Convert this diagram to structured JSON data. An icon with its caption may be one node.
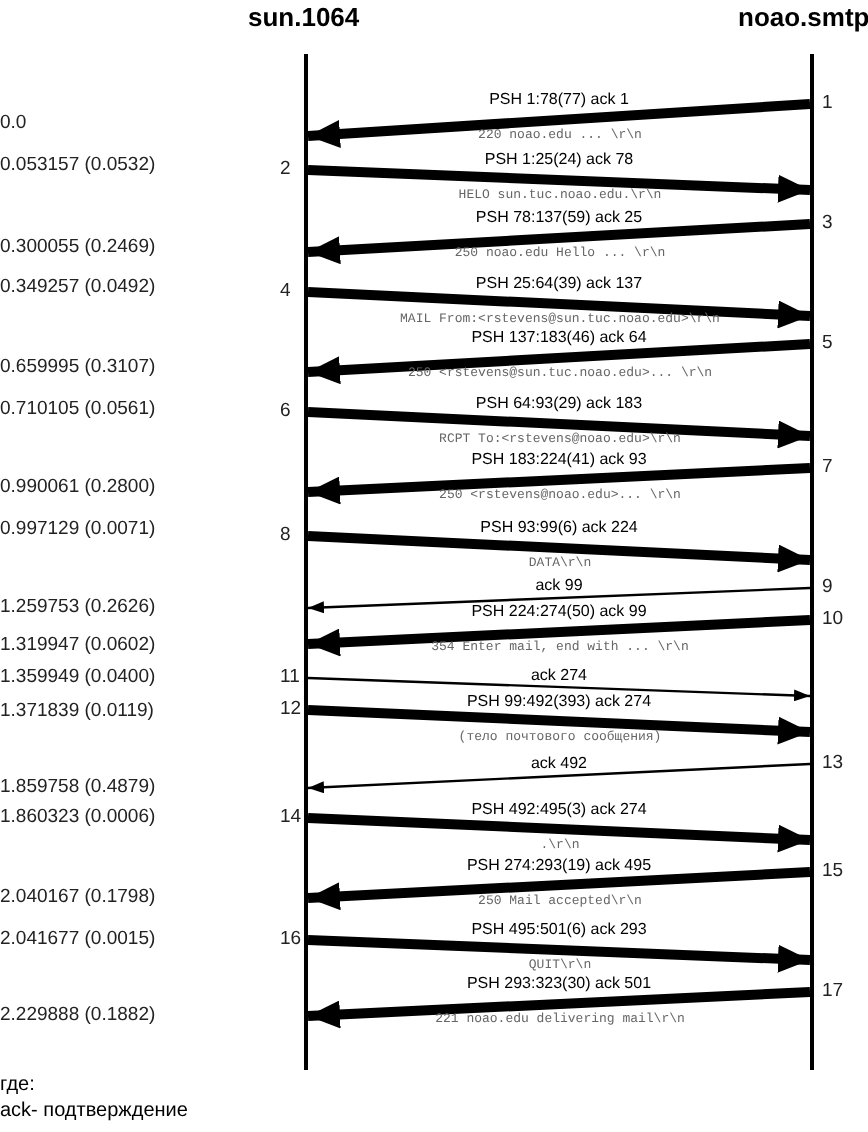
{
  "diagram": {
    "nodes": [
      {
        "text": [
          "sun.1064"
        ]
      },
      {
        "text": [
          "noao.smtp"
        ]
      }
    ],
    "edges": [
      {
        "from": 1,
        "to": 0,
        "arrow": "to",
        "label": "PSH 1:78(77) ack 1"
      },
      {
        "from": 0,
        "to": 1,
        "arrow": "to",
        "label": "PSH 1:25(24) ack 78"
      },
      {
        "from": 1,
        "to": 0,
        "arrow": "to",
        "label": "PSH 78:137(59) ack 25"
      },
      {
        "from": 0,
        "to": 1,
        "arrow": "to",
        "label": "PSH 25:64(39) ack 137"
      },
      {
        "from": 1,
        "to": 0,
        "arrow": "to",
        "label": "PSH 137:183(46) ack 64"
      },
      {
        "from": 0,
        "to": 1,
        "arrow": "to",
        "label": "PSH 64:93(29) ack 183"
      },
      {
        "from": 1,
        "to": 0,
        "arrow": "to",
        "label": "PSH 183:224(41) ack 93"
      },
      {
        "from": 0,
        "to": 1,
        "arrow": "to",
        "label": "PSH 93:99(6) ack 224"
      },
      {
        "from": 1,
        "to": 0,
        "arrow": "to",
        "label": "ack 99"
      },
      {
        "from": 1,
        "to": 0,
        "arrow": "to",
        "label": "PSH 224:274(50) ack 99"
      },
      {
        "from": 0,
        "to": 1,
        "arrow": "to",
        "label": "ack 274"
      },
      {
        "from": 0,
        "to": 1,
        "arrow": "to",
        "label": "PSH 99:492(393) ack 274"
      },
      {
        "from": 1,
        "to": 0,
        "arrow": "to",
        "label": "ack 492"
      },
      {
        "from": 0,
        "to": 1,
        "arrow": "to",
        "label": "PSH 492:495(3) ack 274"
      },
      {
        "from": 1,
        "to": 0,
        "arrow": "to",
        "label": "PSH 274:293(19) ack 495"
      },
      {
        "from": 0,
        "to": 1,
        "arrow": "to",
        "label": "PSH 495:501(6) ack 293"
      },
      {
        "from": 1,
        "to": 0,
        "arrow": "to",
        "label": "PSH 293:323(30) ack 501"
      }
    ],
    "labels": [
      "0.0",
      "1",
      "220 noao.edu ... \\r\\n",
      "0.053157 (0.0532)",
      "2",
      "HELO sun.tuc.noao.edu.\\r\\n",
      "0.300055 (0.2469)",
      "3",
      "250 noao.edu Hello ... \\r\\n",
      "0.349257 (0.0492)",
      "4",
      "MAIL From:<rstevens@sun.tuc.noao.edu>\\r\\n",
      "0.659995 (0.3107)",
      "5",
      "250 <rstevens@sun.tuc.noao.edu>... \\r\\n",
      "0.710105 (0.0561)",
      "6",
      "RCPT To:<rstevens@noao.edu>\\r\\n",
      "0.990061 (0.2800)",
      "7",
      "250 <rstevens@noao.edu>... \\r\\n",
      "0.997129 (0.0071)",
      "8",
      "DATA\\r\\n",
      "1.259753 (0.2626)",
      "9",
      "1.319947 (0.0602)",
      "10",
      "354 Enter mail, end with ... \\r\\n",
      "1.359949 (0.0400)",
      "11",
      "1.371839 (0.0119)",
      "12",
      "(тело почтового сообщения)",
      "1.859758 (0.4879)",
      "13",
      "1.860323 (0.0006)",
      "14",
      ".\\r\\n",
      "2.040167 (0.1798)",
      "15",
      "250 Mail accepted\\r\\n",
      "2.041677 (0.0015)",
      "16",
      "QUIT\\r\\n",
      "2.229888 (0.1882)",
      "17",
      "221 noao.edu delivering mail\\r\\n",
      "где:",
      "ack- подтверждение"
    ]
  }
}
